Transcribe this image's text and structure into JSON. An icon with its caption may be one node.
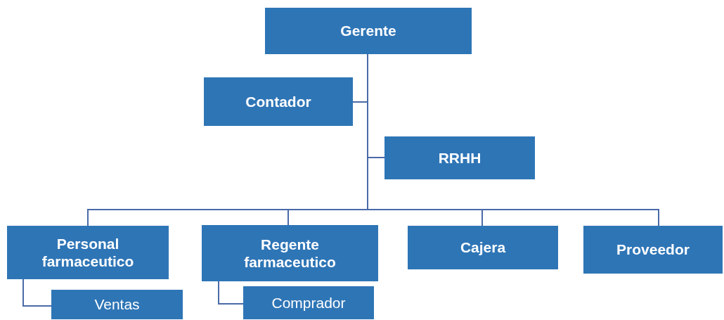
{
  "diagram": {
    "nodes": [
      {
        "text": [
          "Gerente"
        ]
      },
      {
        "text": [
          "Contador"
        ]
      },
      {
        "text": [
          "RRHH"
        ]
      },
      {
        "text": [
          "Personal farmaceutico"
        ]
      },
      {
        "text": [
          "Regente farmaceutico"
        ]
      },
      {
        "text": [
          "Cajera"
        ]
      },
      {
        "text": [
          "Proveedor"
        ]
      },
      {
        "text": [
          "Ventas"
        ]
      },
      {
        "text": [
          "Comprador"
        ]
      }
    ],
    "edges": [
      {
        "from": 0,
        "to": 1,
        "arrow": "none"
      },
      {
        "from": 0,
        "to": 2,
        "arrow": "none"
      },
      {
        "from": 0,
        "to": 3,
        "arrow": "none"
      },
      {
        "from": 0,
        "to": 4,
        "arrow": "none"
      },
      {
        "from": 0,
        "to": 5,
        "arrow": "none"
      },
      {
        "from": 0,
        "to": 6,
        "arrow": "none"
      },
      {
        "from": 3,
        "to": 7,
        "arrow": "none"
      },
      {
        "from": 4,
        "to": 8,
        "arrow": "none"
      }
    ]
  }
}
